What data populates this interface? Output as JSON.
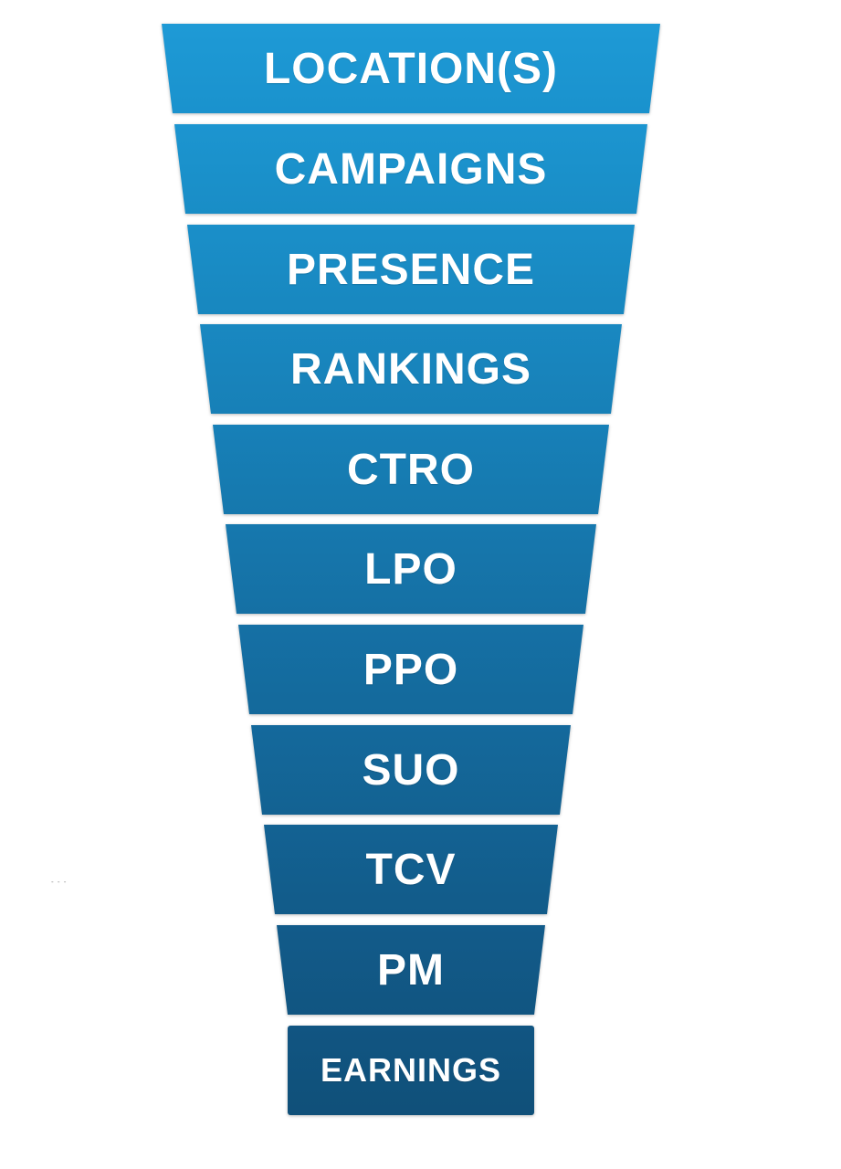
{
  "funnel": {
    "stages": [
      {
        "label": "LOCATION(S)",
        "color_top": "#1e9ad6",
        "color_bottom": "#1a92cd"
      },
      {
        "label": "CAMPAIGNS",
        "color_top": "#1c95d0",
        "color_bottom": "#198dc6"
      },
      {
        "label": "PRESENCE",
        "color_top": "#1a8fc9",
        "color_bottom": "#1887bf"
      },
      {
        "label": "RANKINGS",
        "color_top": "#1988c1",
        "color_bottom": "#1780b7"
      },
      {
        "label": "CTRO",
        "color_top": "#1780b8",
        "color_bottom": "#1678ad"
      },
      {
        "label": "LPO",
        "color_top": "#1678ae",
        "color_bottom": "#1570a4"
      },
      {
        "label": "PPO",
        "color_top": "#1570a5",
        "color_bottom": "#14699b"
      },
      {
        "label": "SUO",
        "color_top": "#14699c",
        "color_bottom": "#136292"
      },
      {
        "label": "TCV",
        "color_top": "#136293",
        "color_bottom": "#125b89"
      },
      {
        "label": "PM",
        "color_top": "#125b8a",
        "color_bottom": "#115581"
      },
      {
        "label": "EARNINGS",
        "color_top": "#115582",
        "color_bottom": "#105079"
      }
    ]
  },
  "footer_mark": "- - -"
}
